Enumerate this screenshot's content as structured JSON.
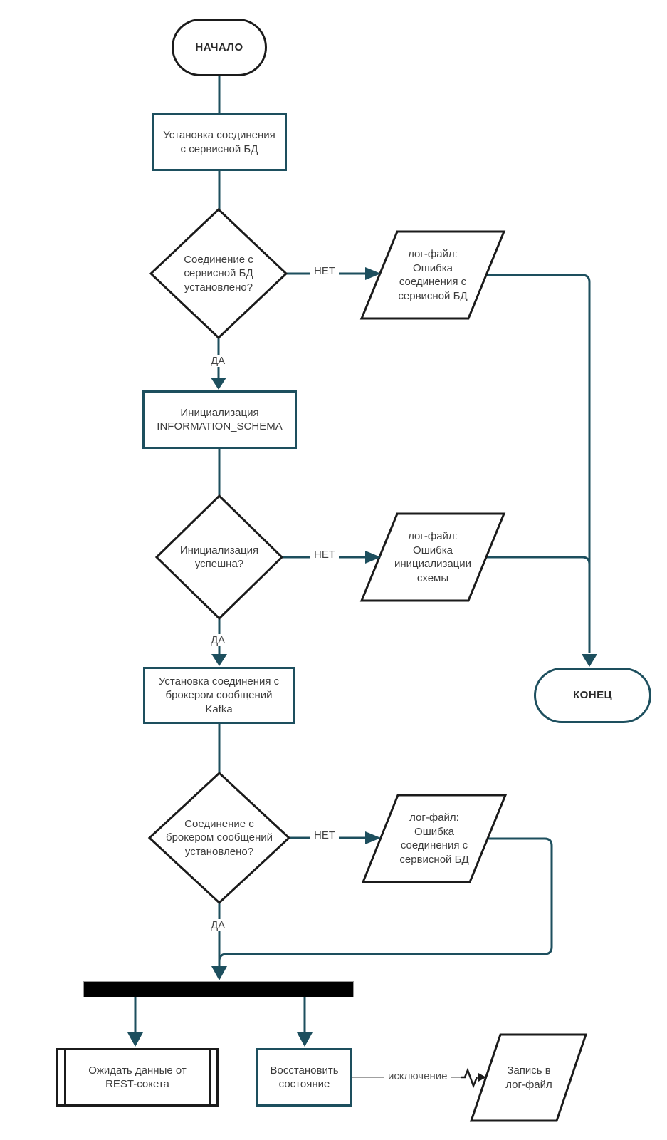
{
  "diagram": {
    "type": "flowchart",
    "language": "ru",
    "colors": {
      "connector_teal": "#1d4f5e",
      "shape_outline_black": "#1b1b1b",
      "process_outline_teal": "#1d4f5e",
      "exception_line_gray": "#a0a0a0",
      "fork_bar_black": "#000000",
      "text": "#3c3c3c"
    },
    "nodes": {
      "start": {
        "type": "terminator",
        "label": "НАЧАЛО"
      },
      "setup_service_db": {
        "type": "process",
        "label": "Установка соединения\nс сервисной БД"
      },
      "service_db_connected": {
        "type": "decision",
        "label": "Соединение с\nсервисной БД\nустановлено?"
      },
      "log_service_db_error": {
        "type": "data-io",
        "label": "лог-файл:\nОшибка\nсоединения с\nсервисной БД"
      },
      "init_information_schema": {
        "type": "process",
        "label": "Инициализация\nINFORMATION_SCHEMA"
      },
      "init_successful": {
        "type": "decision",
        "label": "Инициализация\nуспешна?"
      },
      "log_schema_init_error": {
        "type": "data-io",
        "label": "лог-файл:\nОшибка\nинициализации\nсхемы"
      },
      "setup_kafka": {
        "type": "process",
        "label": "Установка соединения с\nброкером сообщений\nKafka"
      },
      "end": {
        "type": "terminator",
        "label": "КОНЕЦ"
      },
      "kafka_connected": {
        "type": "decision",
        "label": "Соединение с\nброкером сообщений\nустановлено?"
      },
      "log_kafka_error": {
        "type": "data-io",
        "label": "лог-файл:\nОшибка\nсоединения с\nсервисной БД"
      },
      "fork_bar": {
        "type": "fork",
        "label": ""
      },
      "wait_rest_socket": {
        "type": "predefined-process",
        "label": "Ожидать данные от\nREST-сокета"
      },
      "restore_state": {
        "type": "process",
        "label": "Восстановить\nсостояние"
      },
      "write_to_log": {
        "type": "data-io",
        "label": "Запись в\nлог-файл"
      }
    },
    "edge_labels": {
      "db_no": "НЕТ",
      "db_yes": "ДА",
      "init_no": "НЕТ",
      "init_yes": "ДА",
      "kafka_no": "НЕТ",
      "kafka_yes": "ДА",
      "exception": "исключение"
    }
  }
}
